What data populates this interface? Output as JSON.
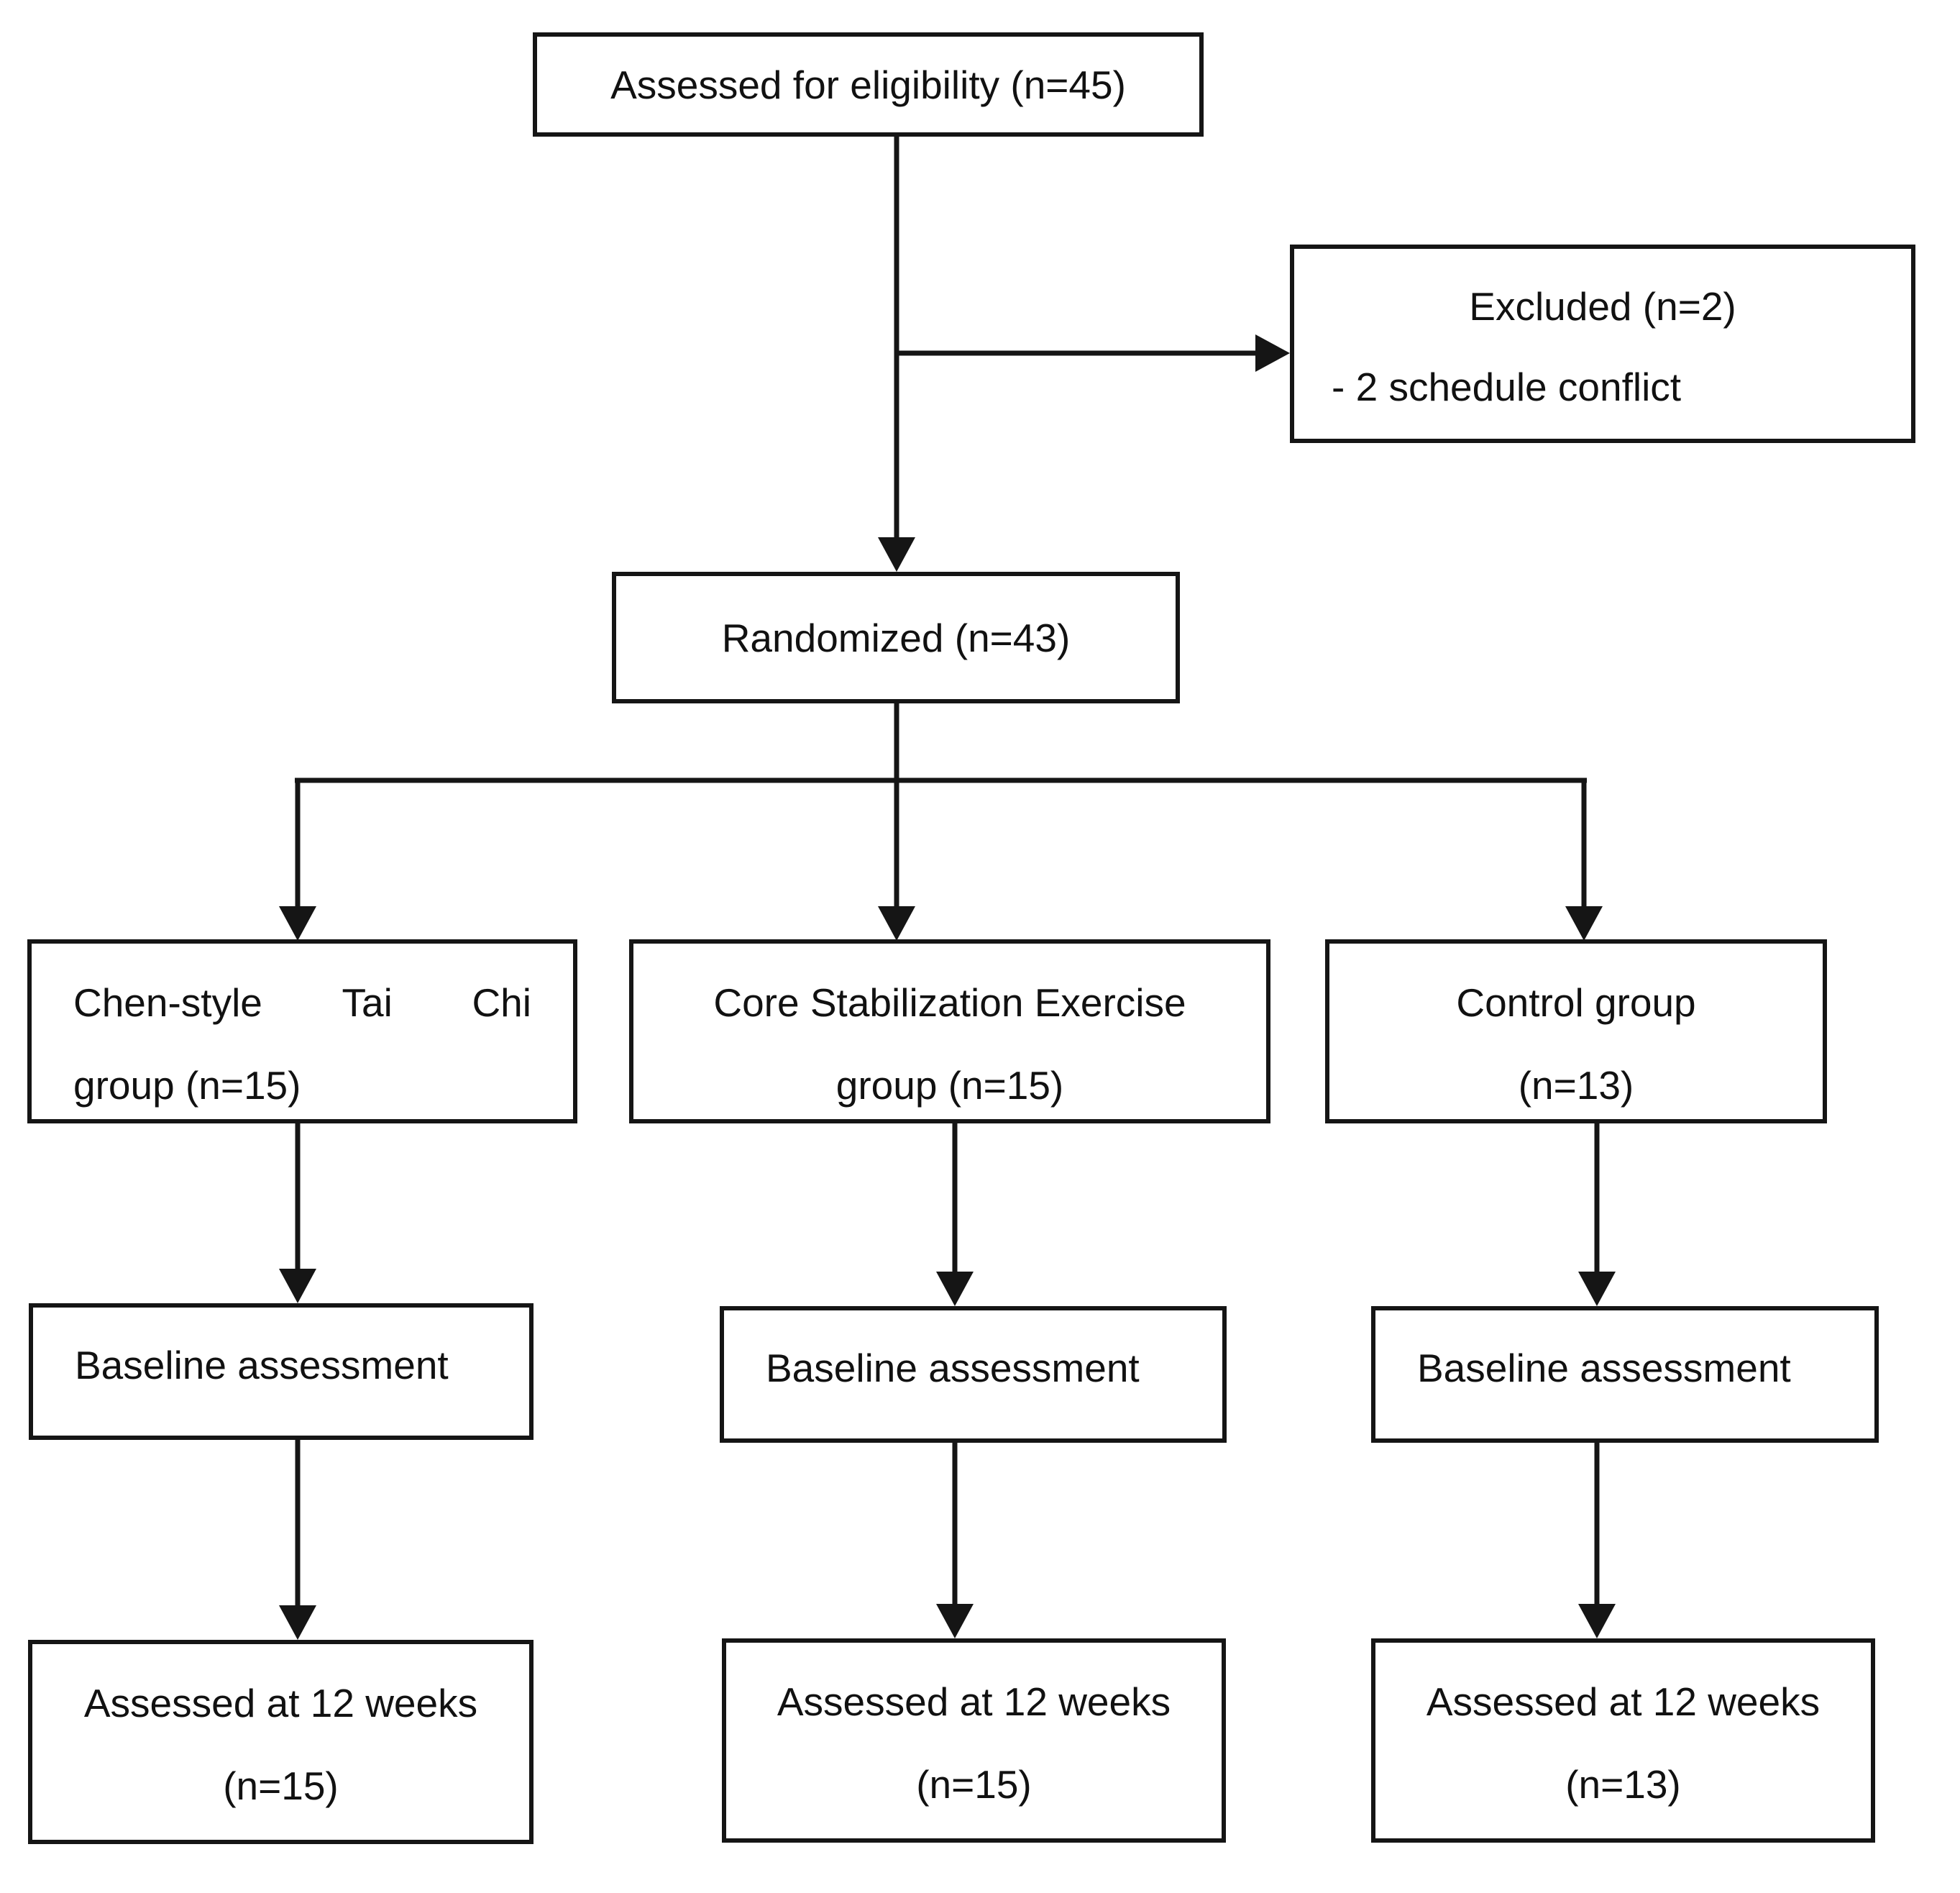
{
  "colors": {
    "ink": "#151515",
    "text": "#111111",
    "background": "#ffffff"
  },
  "boxes": {
    "eligibility": {
      "label": "Assessed for eligibility (n=45)"
    },
    "excluded": {
      "title": "Excluded (n=2)",
      "reason": "- 2 schedule conflict"
    },
    "randomized": {
      "label": "Randomized (n=43)"
    },
    "group_taichi": {
      "word1": "Chen-style",
      "word2": "Tai",
      "word3": "Chi",
      "line2": "group (n=15)"
    },
    "group_core": {
      "line1": "Core Stabilization Exercise",
      "line2": "group (n=15)"
    },
    "group_control": {
      "line1": "Control group",
      "line2": "(n=13)"
    },
    "baseline_taichi": {
      "label": "Baseline assessment"
    },
    "baseline_core": {
      "label": "Baseline assessment"
    },
    "baseline_control": {
      "label": "Baseline assessment"
    },
    "week12_taichi": {
      "line1": "Assessed at 12 weeks",
      "line2": "(n=15)"
    },
    "week12_core": {
      "line1": "Assessed at 12 weeks",
      "line2": "(n=15)"
    },
    "week12_control": {
      "line1": "Assessed at 12 weeks",
      "line2": "(n=13)"
    }
  }
}
